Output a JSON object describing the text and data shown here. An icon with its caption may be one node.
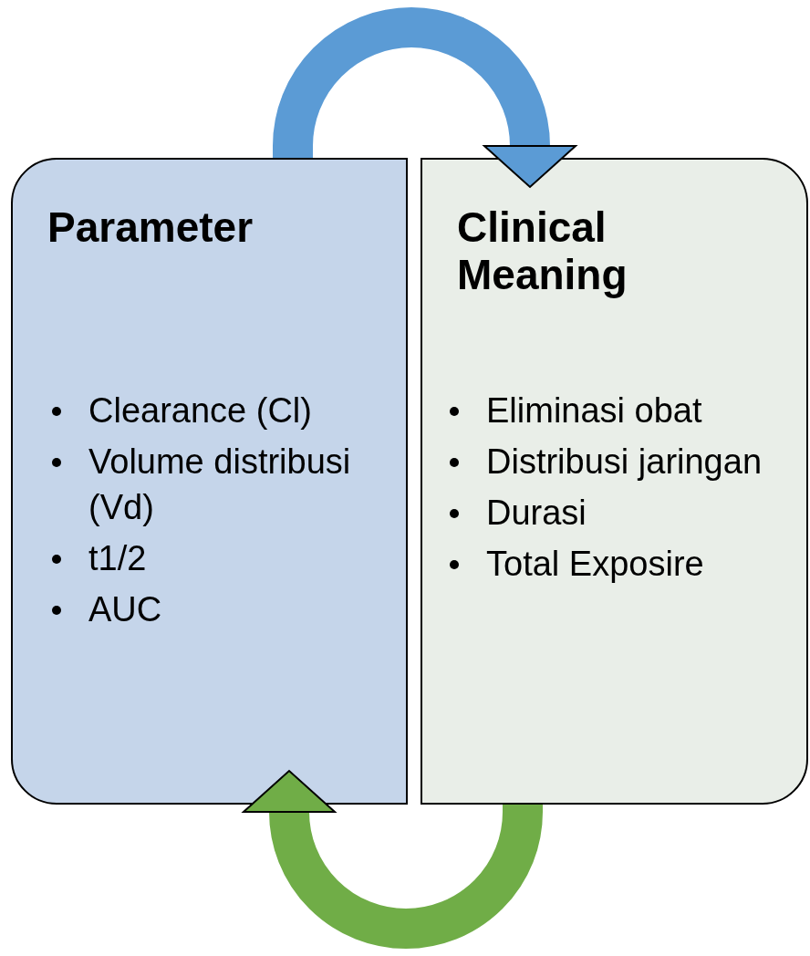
{
  "diagram": {
    "nodes": [
      {
        "text": [
          "Parameter",
          "Clearance (Cl)",
          "Volume distribusi (Vd)",
          "t1/2",
          "AUC"
        ]
      },
      {
        "text": [
          "Clinical Meaning",
          "Eliminasi obat",
          "Distribusi jaringan",
          "Durasi",
          "Total Exposire"
        ]
      }
    ],
    "edges": [
      {
        "from": 0,
        "to": 1,
        "arrow": "to",
        "color": "#5b9bd5"
      },
      {
        "from": 1,
        "to": 0,
        "arrow": "to",
        "color": "#70ad47"
      }
    ]
  }
}
